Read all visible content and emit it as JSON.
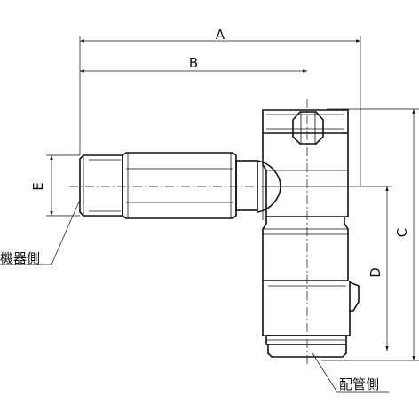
{
  "dimensions": {
    "a": "A",
    "b": "B",
    "c": "C",
    "d": "D",
    "e": "E"
  },
  "labels": {
    "device_side": "機器側",
    "piping_side": "配管側"
  }
}
